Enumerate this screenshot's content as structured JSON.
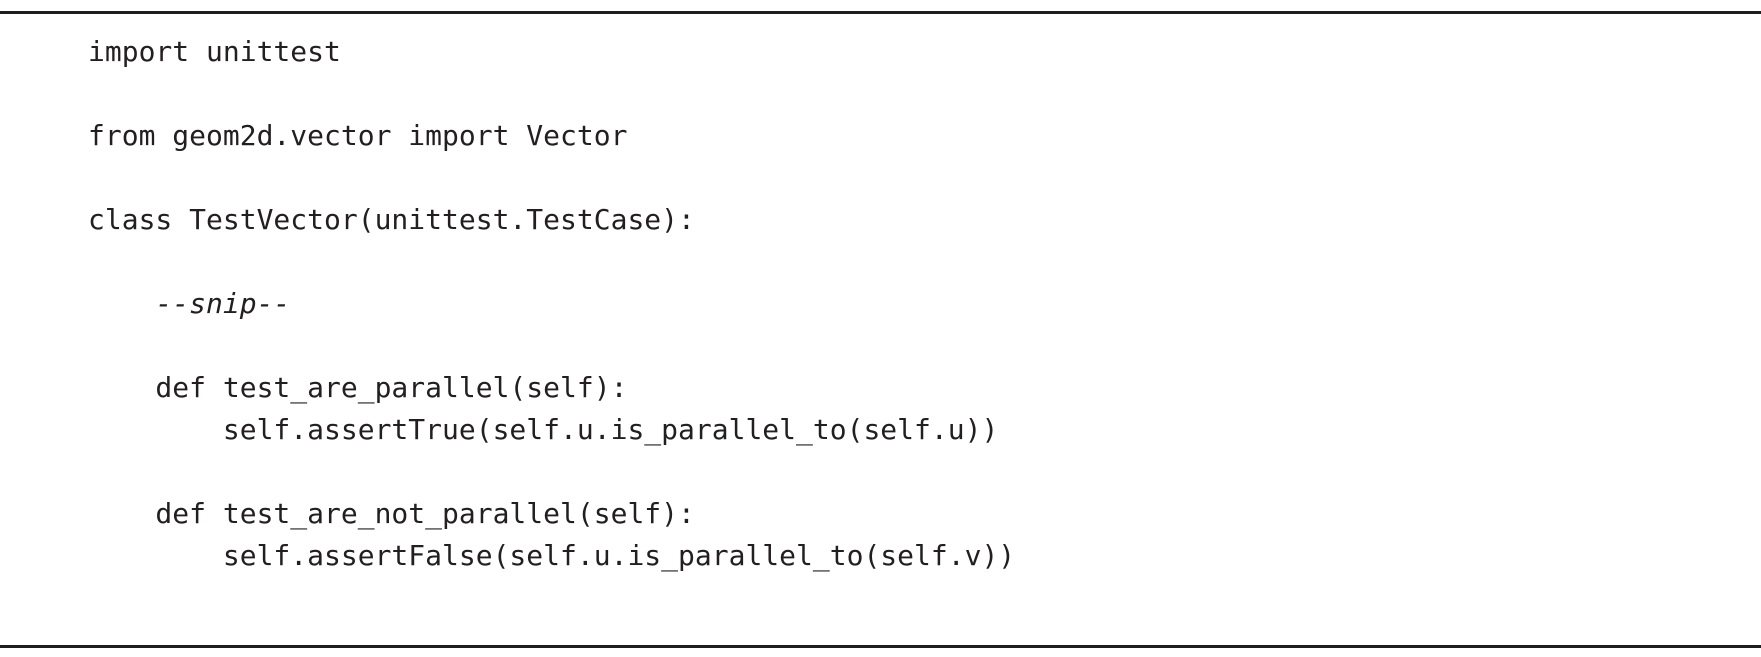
{
  "page": {
    "background": "#ffffff",
    "rule_color": "#1e1e1c",
    "text_color": "#231f20"
  },
  "code_listing": {
    "language": "python",
    "lines": [
      {
        "text": "import unittest",
        "italic": false
      },
      {
        "text": "",
        "italic": false
      },
      {
        "text": "from geom2d.vector import Vector",
        "italic": false
      },
      {
        "text": "",
        "italic": false
      },
      {
        "text": "class TestVector(unittest.TestCase):",
        "italic": false
      },
      {
        "text": "",
        "italic": false
      },
      {
        "text": "    --snip--",
        "italic": true
      },
      {
        "text": "",
        "italic": false
      },
      {
        "text": "    def test_are_parallel(self):",
        "italic": false
      },
      {
        "text": "        self.assertTrue(self.u.is_parallel_to(self.u))",
        "italic": false
      },
      {
        "text": "",
        "italic": false
      },
      {
        "text": "    def test_are_not_parallel(self):",
        "italic": false
      },
      {
        "text": "        self.assertFalse(self.u.is_parallel_to(self.v))",
        "italic": false
      }
    ]
  }
}
